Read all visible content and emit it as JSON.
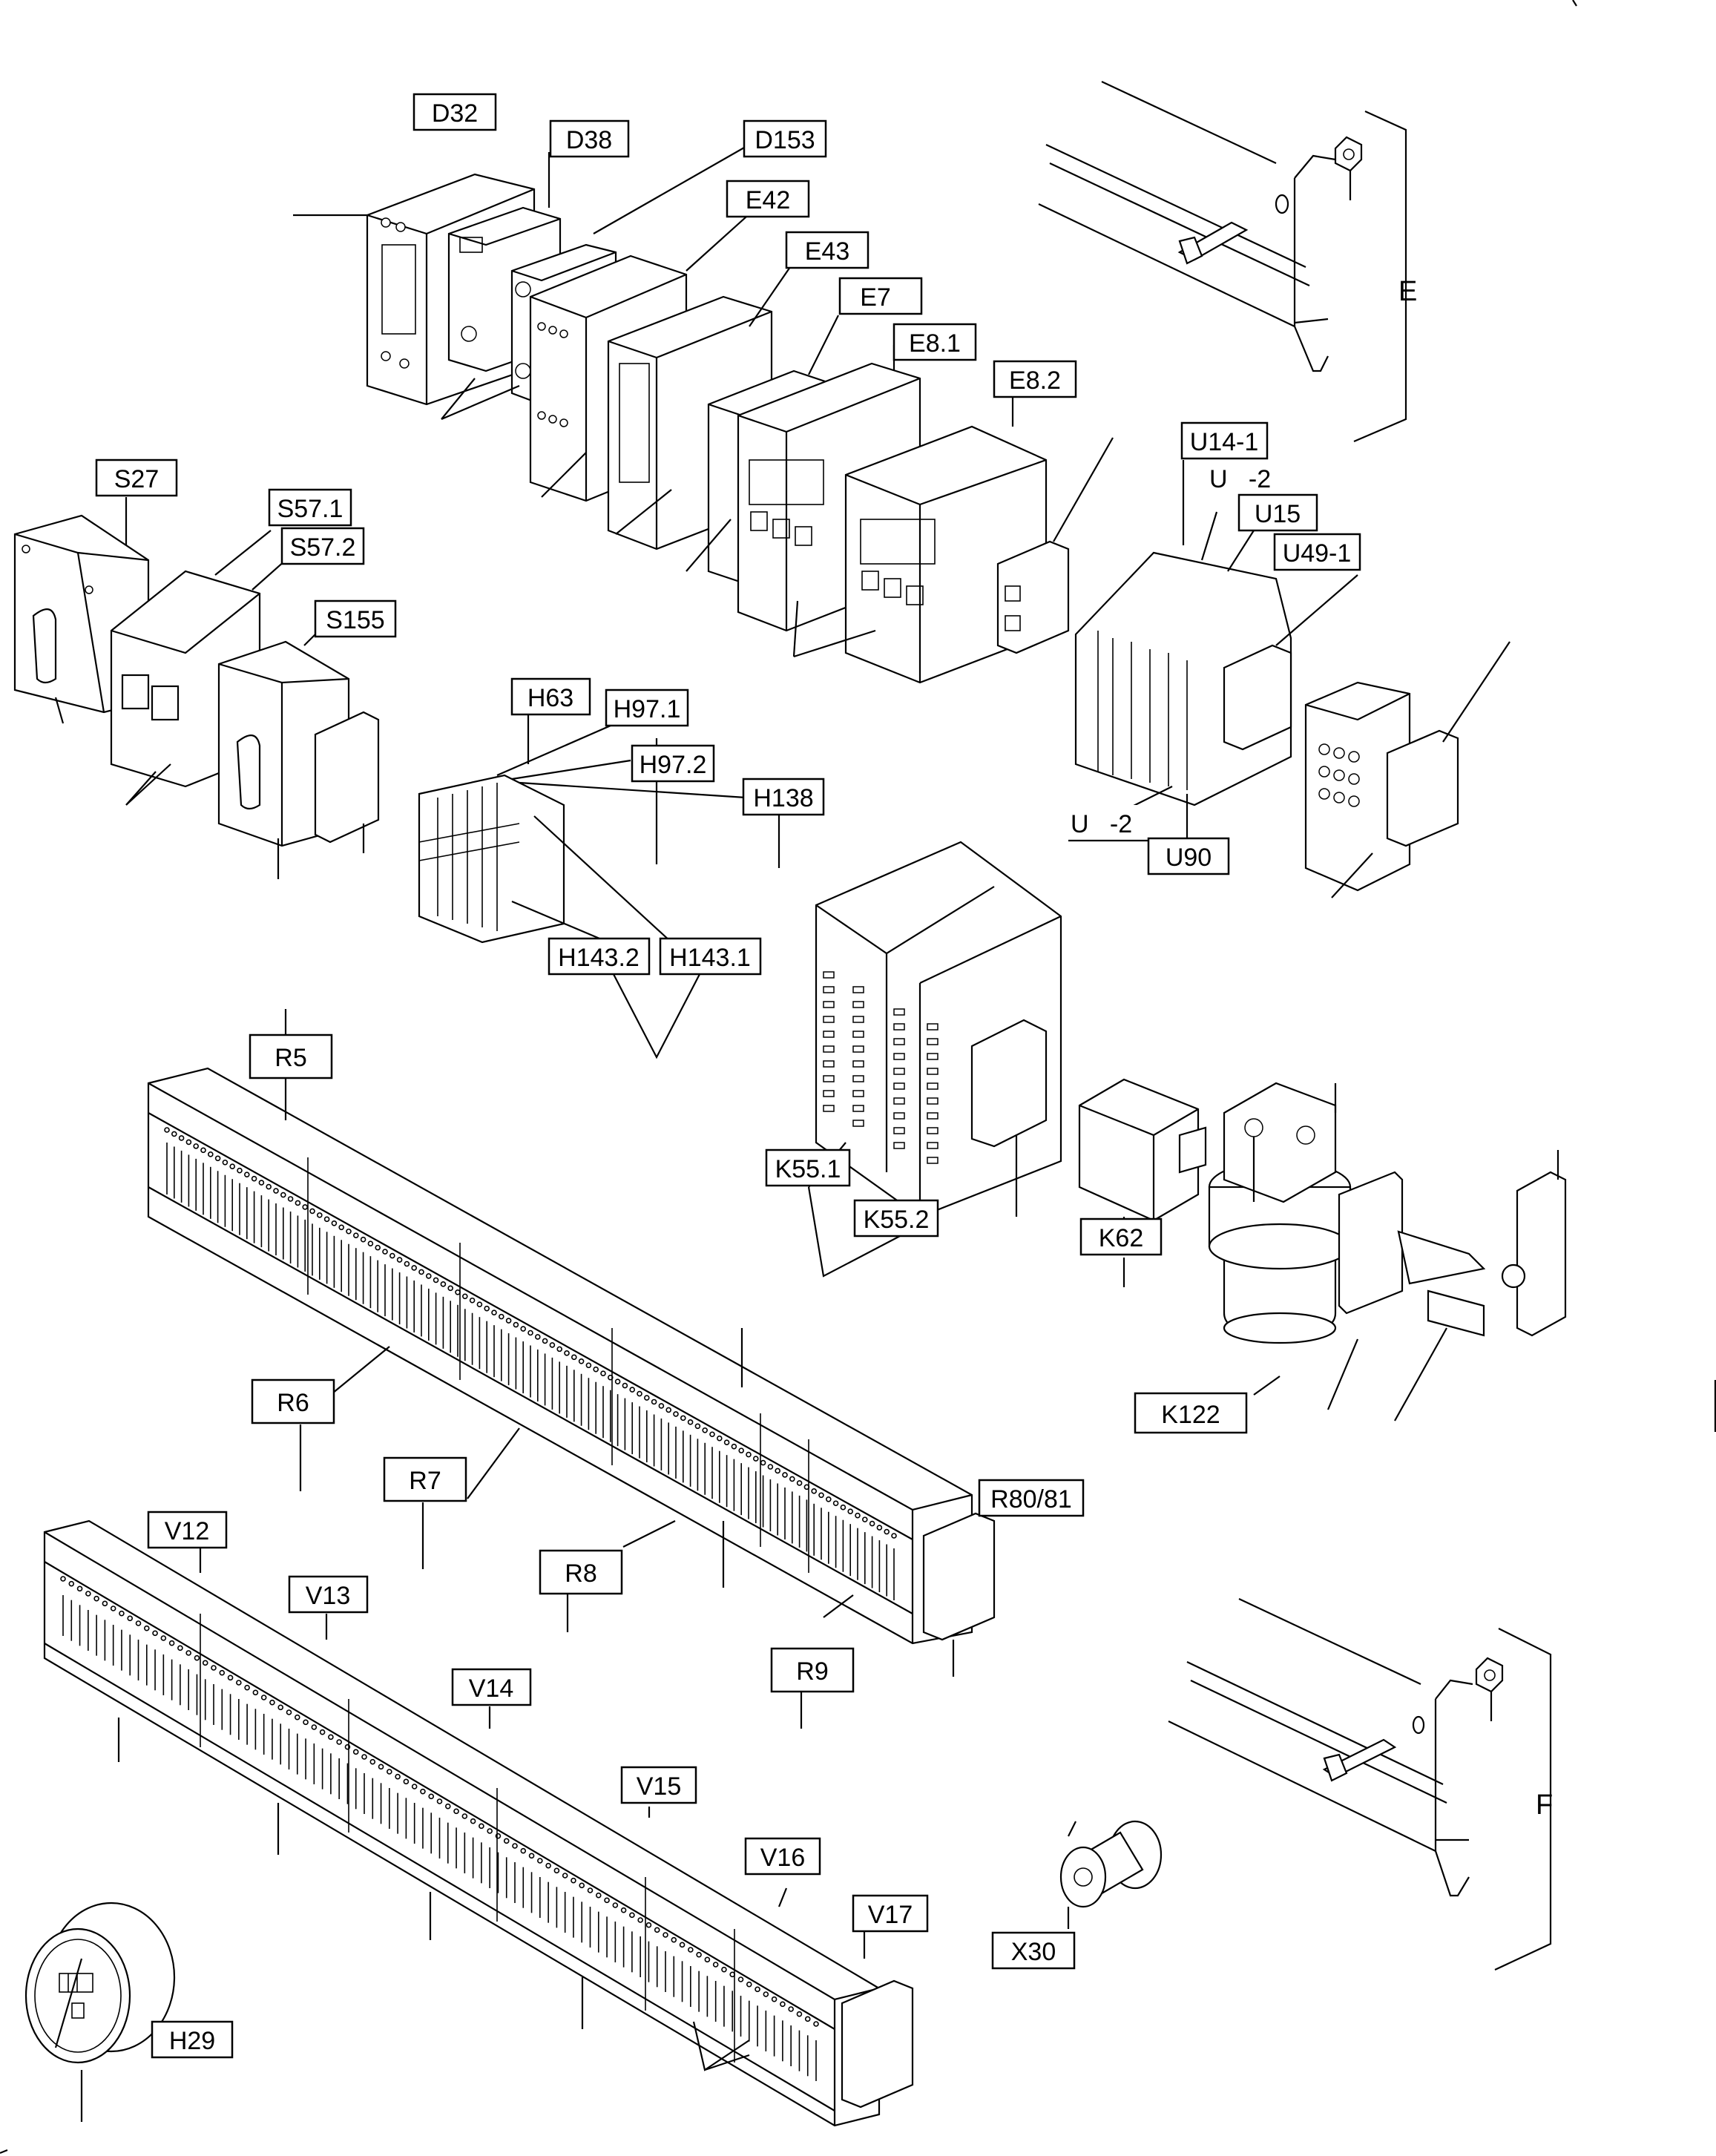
{
  "diagram": {
    "labels": [
      {
        "id": "D32",
        "text": "D32"
      },
      {
        "id": "D38",
        "text": "D38"
      },
      {
        "id": "D153",
        "text": "D153"
      },
      {
        "id": "E42",
        "text": "E42"
      },
      {
        "id": "E43",
        "text": "E43"
      },
      {
        "id": "E7",
        "text": "E7"
      },
      {
        "id": "E8_1",
        "text": "E8.1"
      },
      {
        "id": "E8_2",
        "text": "E8.2"
      },
      {
        "id": "U14_1",
        "text": "U14-1"
      },
      {
        "id": "U_2a",
        "text": "U   -2"
      },
      {
        "id": "U15",
        "text": "U15"
      },
      {
        "id": "U49_1",
        "text": "U49-1"
      },
      {
        "id": "U_2b",
        "text": "U   -2"
      },
      {
        "id": "U90",
        "text": "U90"
      },
      {
        "id": "S27",
        "text": "S27"
      },
      {
        "id": "S57_1",
        "text": "S57.1"
      },
      {
        "id": "S57_2",
        "text": "S57.2"
      },
      {
        "id": "S155",
        "text": "S155"
      },
      {
        "id": "H63",
        "text": "H63"
      },
      {
        "id": "H97_1",
        "text": "H97.1"
      },
      {
        "id": "H97_2",
        "text": "H97.2"
      },
      {
        "id": "H138",
        "text": "H138"
      },
      {
        "id": "H143_2",
        "text": "H143.2"
      },
      {
        "id": "H143_1",
        "text": "H143.1"
      },
      {
        "id": "K55_1",
        "text": "K55.1"
      },
      {
        "id": "K55_2",
        "text": "K55.2"
      },
      {
        "id": "K62",
        "text": "K62"
      },
      {
        "id": "K122",
        "text": "K122"
      },
      {
        "id": "R5",
        "text": "R5"
      },
      {
        "id": "R6",
        "text": "R6"
      },
      {
        "id": "R7",
        "text": "R7"
      },
      {
        "id": "R8",
        "text": "R8"
      },
      {
        "id": "R9",
        "text": "R9"
      },
      {
        "id": "R80_81",
        "text": "R80/81"
      },
      {
        "id": "V12",
        "text": "V12"
      },
      {
        "id": "V13",
        "text": "V13"
      },
      {
        "id": "V14",
        "text": "V14"
      },
      {
        "id": "V15",
        "text": "V15"
      },
      {
        "id": "V16",
        "text": "V16"
      },
      {
        "id": "V17",
        "text": "V17"
      },
      {
        "id": "X30",
        "text": "X30"
      },
      {
        "id": "H29",
        "text": "H29"
      }
    ],
    "detail_letters": [
      {
        "id": "E",
        "text": "E"
      },
      {
        "id": "F",
        "text": "F"
      }
    ]
  }
}
